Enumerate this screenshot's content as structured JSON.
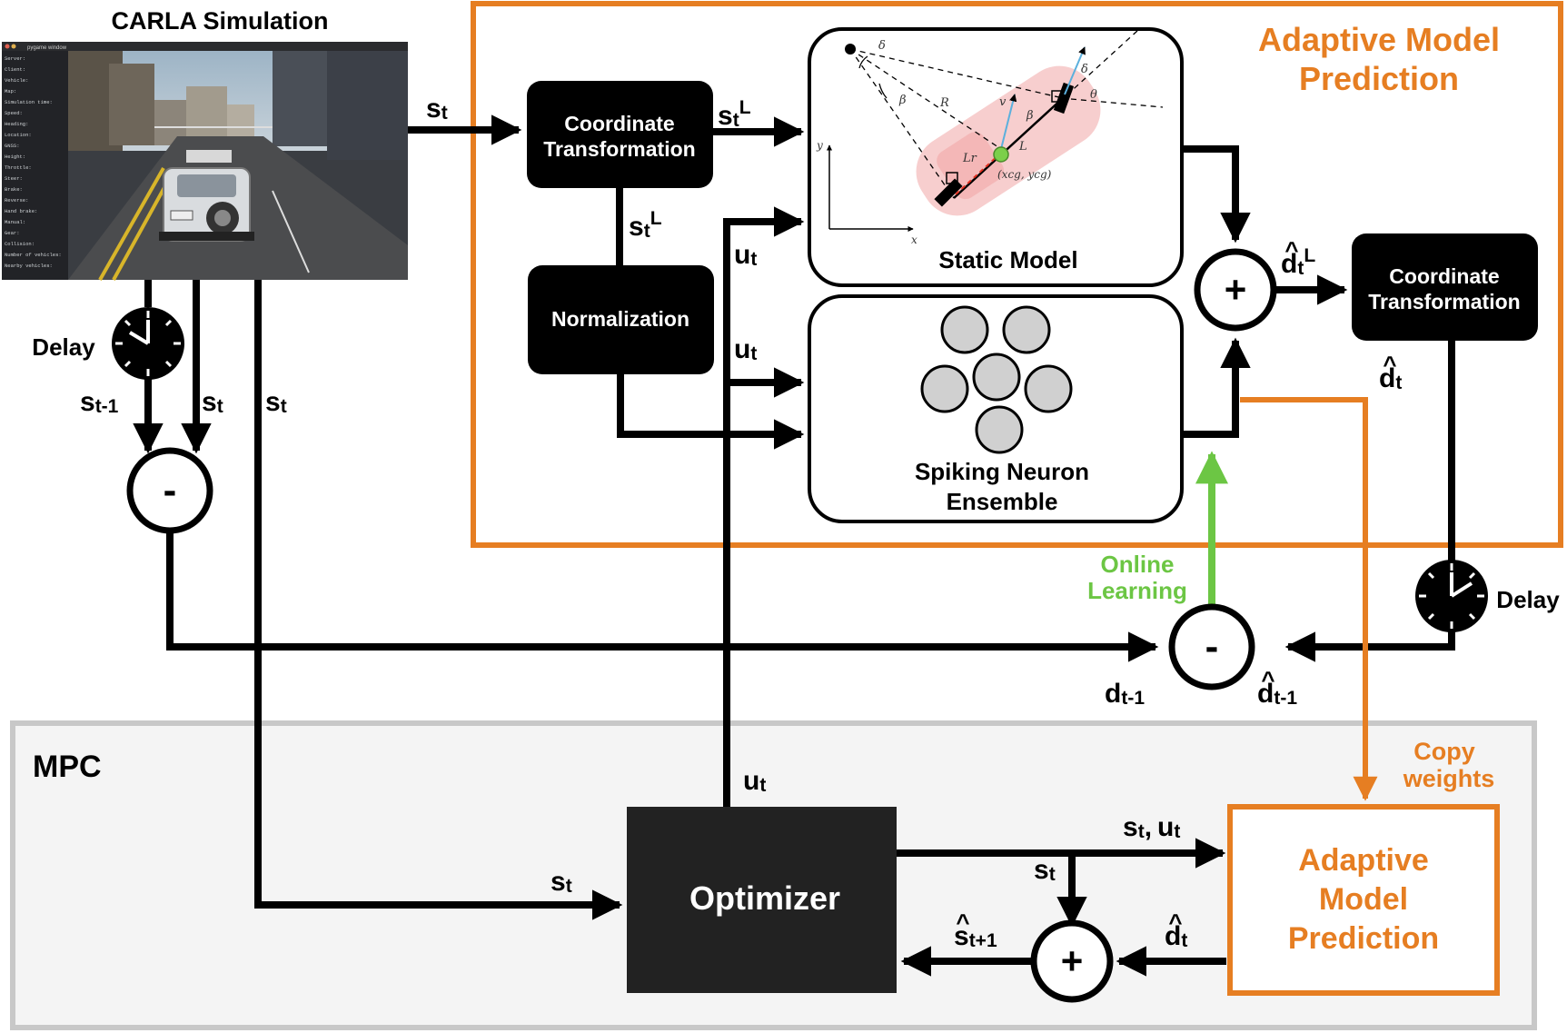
{
  "carla": {
    "title": "CARLA Simulation",
    "window_title": "pygame window",
    "hud_lines": [
      "Server:",
      "Client:",
      "Vehicle:",
      "Map:",
      "Simulation time:",
      "Speed:",
      "Heading:",
      "Location:",
      "GNSS:",
      "Height:",
      "Throttle:",
      "Steer:",
      "Brake:",
      "Reverse:",
      "Hand brake:",
      "Manual:",
      "Gear:",
      "Collision:",
      "Number of vehicles:",
      "Nearby vehicles:"
    ]
  },
  "amp_top": {
    "title_line1": "Adaptive Model",
    "title_line2": "Prediction",
    "coord_in_line1": "Coordinate",
    "coord_in_line2": "Transformation",
    "normalization": "Normalization",
    "static_model": "Static Model",
    "snn_line1": "Spiking Neuron",
    "snn_line2": "Ensemble",
    "coord_out_line1": "Coordinate",
    "coord_out_line2": "Transformation",
    "bicycle_symbols": {
      "delta": "δ",
      "beta": "β",
      "R": "R",
      "v": "v",
      "L": "L",
      "theta": "θ",
      "Lr": "Lr",
      "cg": "(xcg, ycg)",
      "y": "y",
      "x": "x"
    }
  },
  "signals": {
    "s": "s",
    "u": "u",
    "d": "d",
    "sub_t": "t",
    "sub_t_1": "t-1",
    "sub_t_p1": "t+1",
    "sup_L": "L",
    "hat": "^",
    "comma_sep": ","
  },
  "operators": {
    "plus": "+",
    "minus": "-"
  },
  "delay_left": "Delay",
  "delay_right": "Delay",
  "online_learning_line1": "Online",
  "online_learning_line2": "Learning",
  "copy_weights_line1": "Copy",
  "copy_weights_line2": "weights",
  "mpc": {
    "title": "MPC",
    "optimizer": "Optimizer",
    "amp_line1": "Adaptive",
    "amp_line2": "Model",
    "amp_line3": "Prediction"
  },
  "colors": {
    "orange": "#e67e22",
    "green": "#6cc644",
    "black": "#000000",
    "mpc_bg": "#f4f4f4",
    "mpc_border": "#c8c8c8"
  }
}
